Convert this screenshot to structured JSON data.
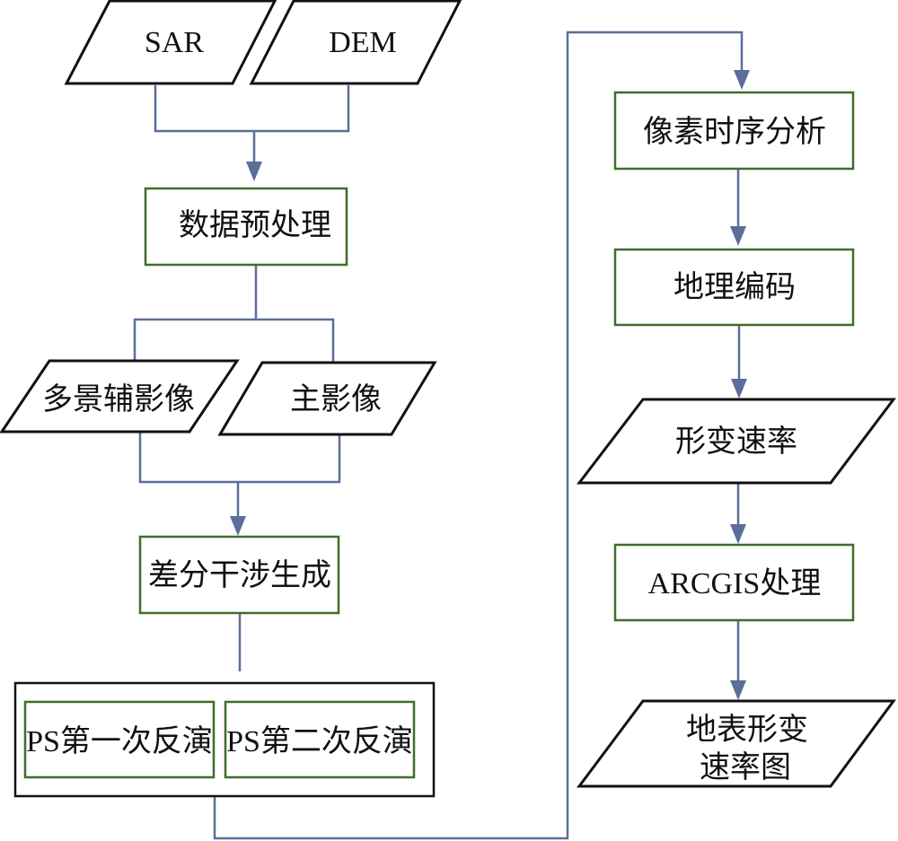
{
  "colors": {
    "process_border": "#3f6e2a",
    "io_border": "#111111",
    "arrow": "#5b6e9a",
    "text": "#111111"
  },
  "nodes": {
    "sar": {
      "type": "input-output",
      "label": "SAR"
    },
    "dem": {
      "type": "input-output",
      "label": "DEM"
    },
    "preprocess": {
      "type": "process",
      "label": "数据预处理"
    },
    "slave_images": {
      "type": "input-output",
      "label": "多景辅影像"
    },
    "master_image": {
      "type": "input-output",
      "label": "主影像"
    },
    "diff_interf": {
      "type": "process",
      "label": "差分干涉生成"
    },
    "ps_group": {
      "type": "group",
      "children": [
        "ps_first",
        "ps_second"
      ]
    },
    "ps_first": {
      "type": "process",
      "label": "PS第一次反演"
    },
    "ps_second": {
      "type": "process",
      "label": "PS第二次反演"
    },
    "pixel_ts": {
      "type": "process",
      "label": "像素时序分析"
    },
    "geocode": {
      "type": "process",
      "label": "地理编码"
    },
    "def_rate": {
      "type": "input-output",
      "label": "形变速率"
    },
    "arcgis": {
      "type": "process",
      "label": "ARCGIS处理"
    },
    "def_map": {
      "type": "input-output",
      "label_line1": "地表形变",
      "label_line2": "速率图"
    }
  },
  "edges": [
    {
      "from": [
        "sar",
        "dem"
      ],
      "to": "preprocess"
    },
    {
      "from": "preprocess",
      "to": [
        "slave_images",
        "master_image"
      ]
    },
    {
      "from": [
        "slave_images",
        "master_image"
      ],
      "to": "diff_interf"
    },
    {
      "from": "diff_interf",
      "to": "ps_group"
    },
    {
      "from": "ps_group",
      "to": "pixel_ts"
    },
    {
      "from": "pixel_ts",
      "to": "geocode"
    },
    {
      "from": "geocode",
      "to": "def_rate"
    },
    {
      "from": "def_rate",
      "to": "arcgis"
    },
    {
      "from": "arcgis",
      "to": "def_map"
    }
  ]
}
